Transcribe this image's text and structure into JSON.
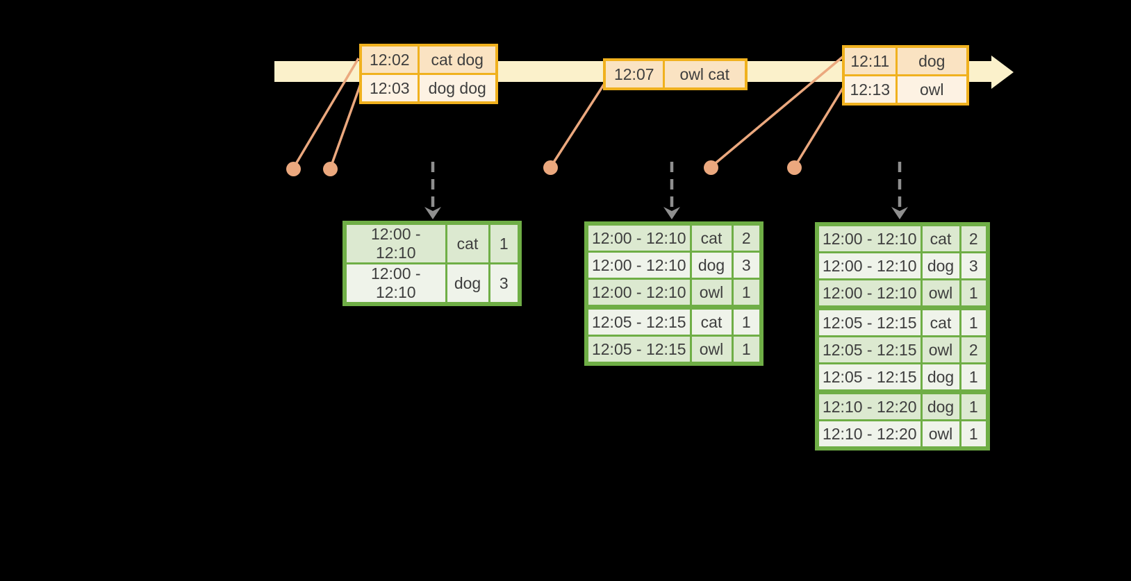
{
  "colors": {
    "background": "#000000",
    "band": "#FBF1CB",
    "gold": "#F0B11E",
    "peach_dark": "#FAE3C2",
    "peach_light": "#FDF2E3",
    "salmon": "#EBA87E",
    "green": "#6FAE46",
    "green_row_dark": "#DCE9D0",
    "green_row_light": "#EFF3EA",
    "gray_arrow": "#8F8F8F",
    "text": "#3E3E3E"
  },
  "event_tables": [
    {
      "rows": [
        {
          "time": "12:02",
          "words": "cat dog"
        },
        {
          "time": "12:03",
          "words": "dog dog"
        }
      ]
    },
    {
      "rows": [
        {
          "time": "12:07",
          "words": "owl cat"
        }
      ]
    },
    {
      "rows": [
        {
          "time": "12:11",
          "words": "dog"
        },
        {
          "time": "12:13",
          "words": "owl"
        }
      ]
    }
  ],
  "result_tables": [
    {
      "rows": [
        [
          "12:00 - 12:10",
          "cat",
          "1"
        ],
        [
          "12:00 - 12:10",
          "dog",
          "3"
        ]
      ]
    },
    {
      "rows": [
        [
          "12:00 - 12:10",
          "cat",
          "2"
        ],
        [
          "12:00 - 12:10",
          "dog",
          "3"
        ],
        [
          "12:00 - 12:10",
          "owl",
          "1"
        ],
        [
          "12:05 - 12:15",
          "cat",
          "1"
        ],
        [
          "12:05 - 12:15",
          "owl",
          "1"
        ]
      ]
    },
    {
      "rows": [
        [
          "12:00 - 12:10",
          "cat",
          "2"
        ],
        [
          "12:00 - 12:10",
          "dog",
          "3"
        ],
        [
          "12:00 - 12:10",
          "owl",
          "1"
        ],
        [
          "12:05 - 12:15",
          "cat",
          "1"
        ],
        [
          "12:05 - 12:15",
          "owl",
          "2"
        ],
        [
          "12:05 - 12:15",
          "dog",
          "1"
        ],
        [
          "12:10 - 12:20",
          "dog",
          "1"
        ],
        [
          "12:10 - 12:20",
          "owl",
          "1"
        ]
      ]
    }
  ]
}
